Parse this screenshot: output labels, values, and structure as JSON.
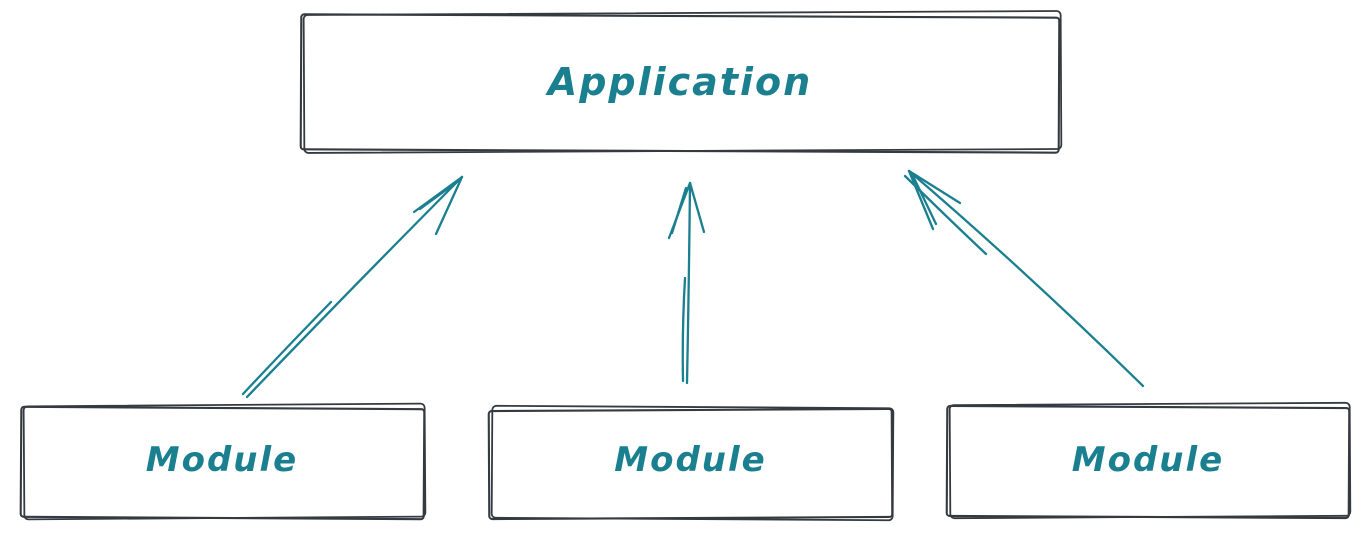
{
  "diagram": {
    "type": "dependency-diagram",
    "colors": {
      "ink": "#343a40",
      "accent": "#1a7f8f",
      "background": "#ffffff"
    },
    "nodes": [
      {
        "id": "application",
        "label": "Application",
        "shape": "rectangle"
      },
      {
        "id": "module-left",
        "label": "Module",
        "shape": "rectangle"
      },
      {
        "id": "module-center",
        "label": "Module",
        "shape": "rectangle"
      },
      {
        "id": "module-right",
        "label": "Module",
        "shape": "rectangle"
      }
    ],
    "edges": [
      {
        "from": "module-left",
        "to": "application",
        "style": "arrow"
      },
      {
        "from": "module-center",
        "to": "application",
        "style": "arrow"
      },
      {
        "from": "module-right",
        "to": "application",
        "style": "arrow"
      }
    ]
  }
}
